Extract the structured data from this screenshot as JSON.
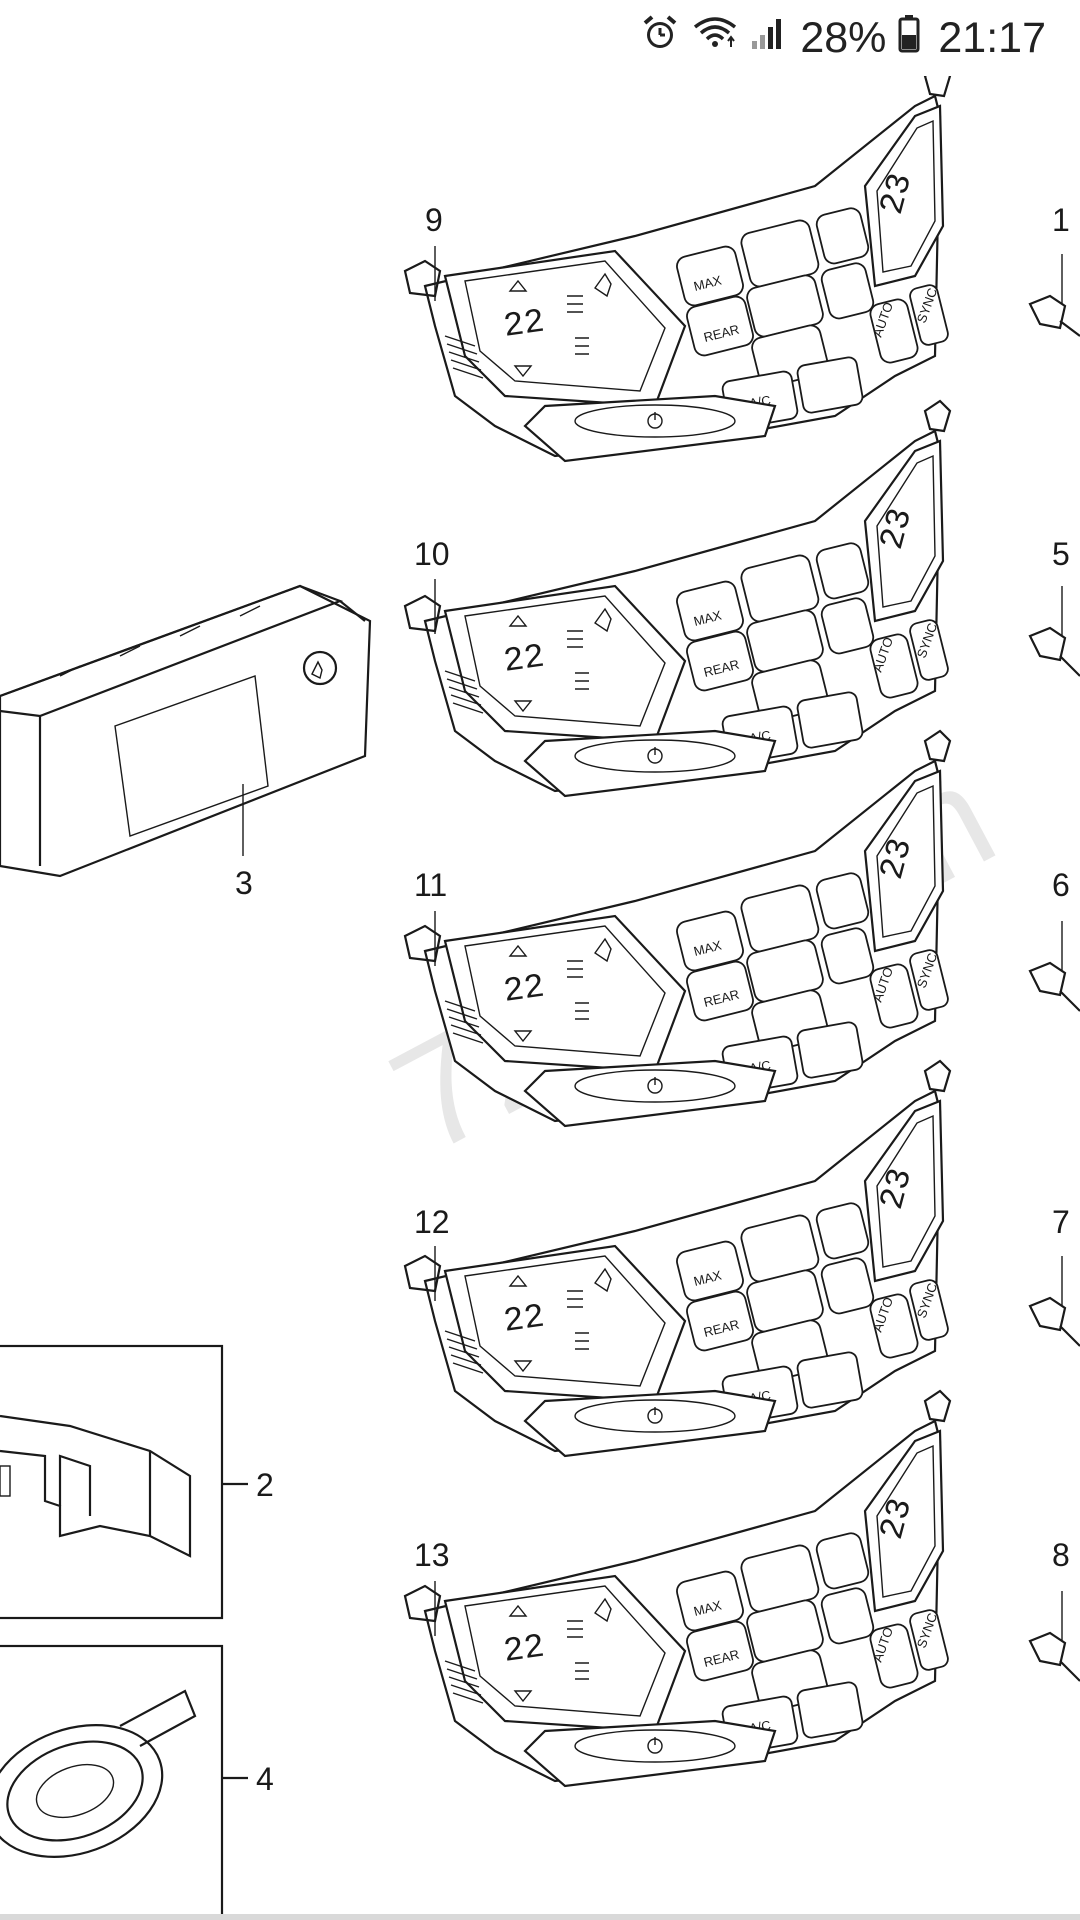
{
  "status_bar": {
    "alarm_icon": "alarm-clock-icon",
    "wifi_icon": "wifi-data-icon",
    "signal_icon": "cell-signal-icon",
    "battery_percent": "28%",
    "battery_icon": "battery-icon",
    "time": "21:17"
  },
  "diagram": {
    "watermark": "7zap.com",
    "callouts": {
      "c1": "1",
      "c2": "2",
      "c3": "3",
      "c4": "4",
      "c5": "5",
      "c6": "6",
      "c7": "7",
      "c8": "8",
      "c9": "9",
      "c10": "10",
      "c11": "11",
      "c12": "12",
      "c13": "13"
    },
    "panel_labels": {
      "ac": "A/C",
      "auto": "AUTO",
      "sync": "SYNC",
      "max": "MAX",
      "rear": "REAR",
      "lcd_left": "22",
      "lcd_right": "23"
    }
  }
}
